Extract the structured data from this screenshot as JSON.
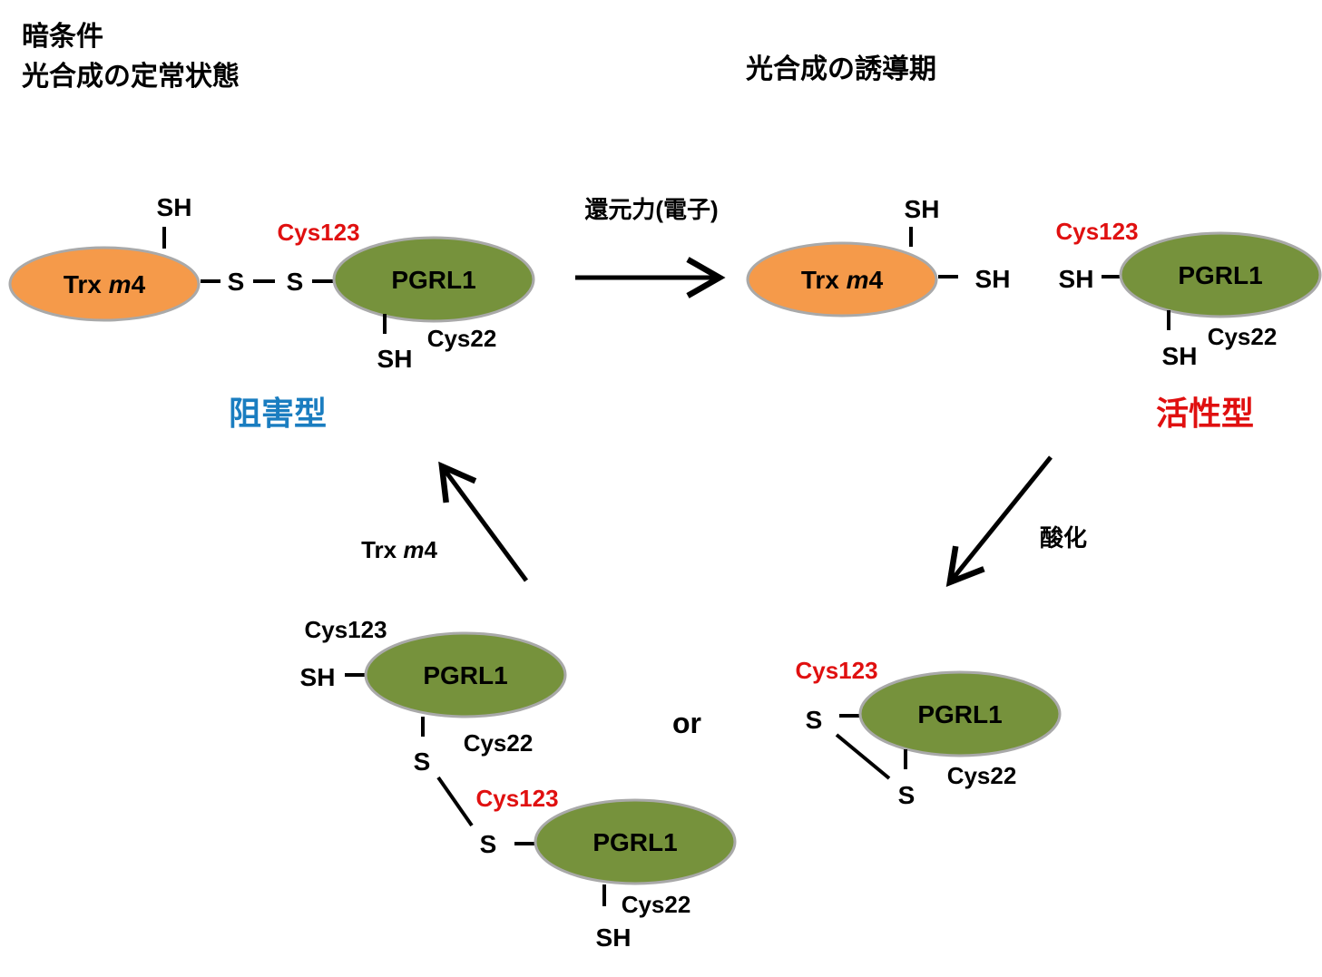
{
  "conditions": {
    "left_line1": "暗条件",
    "left_line2": "光合成の定常状態",
    "right": "光合成の誘導期"
  },
  "states": {
    "inhibited": "阻害型",
    "active": "活性型"
  },
  "arrows": {
    "reduction": "還元力(電子)",
    "oxidation": "酸化",
    "trx": "Trx m4"
  },
  "proteins": {
    "trx_name": "Trx ",
    "trx_italic": "m",
    "trx_num": "4",
    "pgrl1": "PGRL1"
  },
  "residues": {
    "cys123": "Cys123",
    "cys22": "Cys22",
    "sh": "SH",
    "s": "S"
  },
  "connector": "or",
  "colors": {
    "trx_fill": "#f59a4a",
    "pgrl1_fill": "#76923c",
    "cys123_label": "#e01010",
    "inhibited_label": "#1a7dc0",
    "active_label": "#e01010"
  }
}
